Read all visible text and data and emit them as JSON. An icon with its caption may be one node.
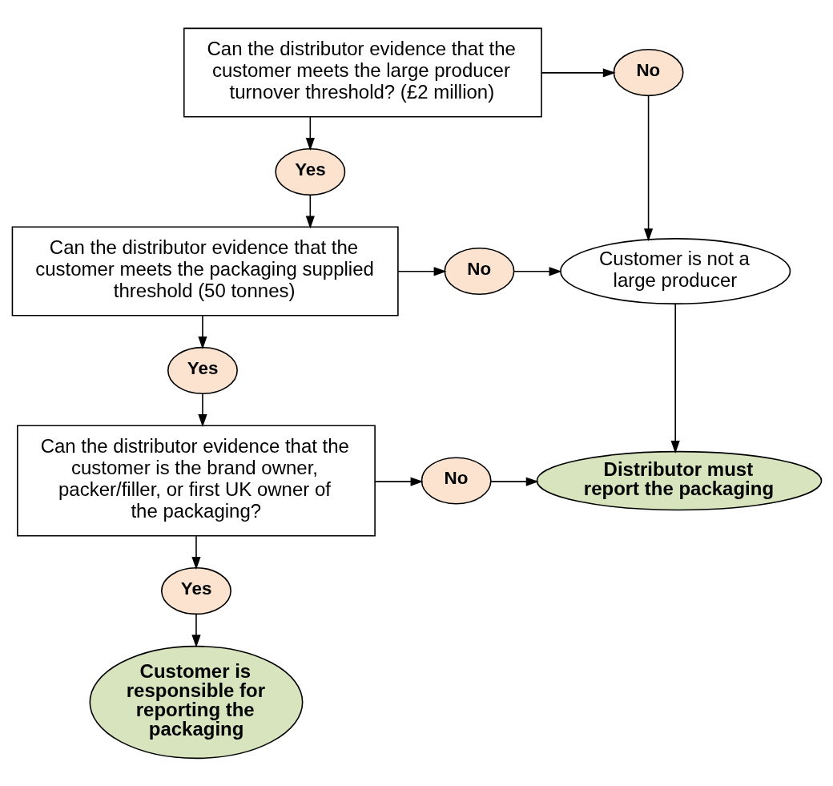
{
  "diagram": {
    "nodes": [
      {
        "text": [
          "Can the distributor evidence that the customer meets the large producer turnover threshold? (£2 million)"
        ]
      },
      {
        "text": [
          "No"
        ]
      },
      {
        "text": [
          "Yes"
        ]
      },
      {
        "text": [
          "Can the distributor evidence that the customer meets the packaging supplied threshold (50 tonnes)"
        ]
      },
      {
        "text": [
          "No"
        ]
      },
      {
        "text": [
          "Customer is not a large producer"
        ]
      },
      {
        "text": [
          "Yes"
        ]
      },
      {
        "text": [
          "Can the distributor evidence that the customer is the brand owner, packer/filler, or first UK owner of the packaging?"
        ]
      },
      {
        "text": [
          "No"
        ]
      },
      {
        "text": [
          "Distributor must report the packaging"
        ]
      },
      {
        "text": [
          "Yes"
        ]
      },
      {
        "text": [
          "Customer is responsible for reporting the packaging"
        ]
      }
    ],
    "edges": [
      {
        "from": 0,
        "to": 1,
        "arrow": "to"
      },
      {
        "from": 1,
        "to": 5,
        "arrow": "to"
      },
      {
        "from": 0,
        "to": 2,
        "arrow": "to"
      },
      {
        "from": 2,
        "to": 3,
        "arrow": "to"
      },
      {
        "from": 3,
        "to": 4,
        "arrow": "to"
      },
      {
        "from": 4,
        "to": 5,
        "arrow": "to"
      },
      {
        "from": 5,
        "to": 9,
        "arrow": "to"
      },
      {
        "from": 3,
        "to": 6,
        "arrow": "to"
      },
      {
        "from": 6,
        "to": 7,
        "arrow": "to"
      },
      {
        "from": 7,
        "to": 8,
        "arrow": "to"
      },
      {
        "from": 8,
        "to": 9,
        "arrow": "to"
      },
      {
        "from": 7,
        "to": 10,
        "arrow": "to"
      },
      {
        "from": 10,
        "to": 11,
        "arrow": "to"
      }
    ]
  }
}
